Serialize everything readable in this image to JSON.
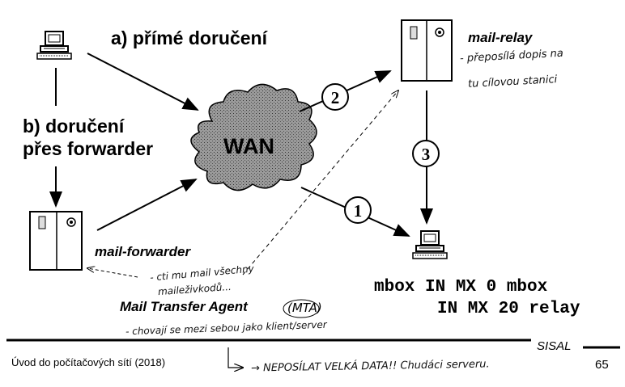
{
  "labels": {
    "direct": "a) přímé doručení",
    "forwarder_line1": "b) doručení",
    "forwarder_line2": "přes forwarder",
    "mail_relay": "mail-relay",
    "mail_forwarder": "mail-forwarder",
    "mta": "Mail Transfer Agent",
    "mta_abbr": "(MTA)",
    "wan": "WAN"
  },
  "steps": [
    "1",
    "2",
    "3"
  ],
  "mx_records": {
    "line1": "mbox IN MX  0 mbox",
    "line2": "IN MX 20 relay"
  },
  "notes": {
    "relay_line1": "- přeposílá dopis na",
    "relay_line2": "tu cílovou stanici",
    "forwarder_line1": "- cti mu mail všechny",
    "forwarder_line2": "maileživkodů...",
    "mta_line": "- chovají se mezi sebou jako klient/server",
    "footer": "→ NEPOSÍLAT VELKÁ DATA!! Chudáci serveru."
  },
  "footer": {
    "course": "Úvod do počítačových sítí (2018)",
    "brand": "SISAL",
    "page": "65"
  }
}
